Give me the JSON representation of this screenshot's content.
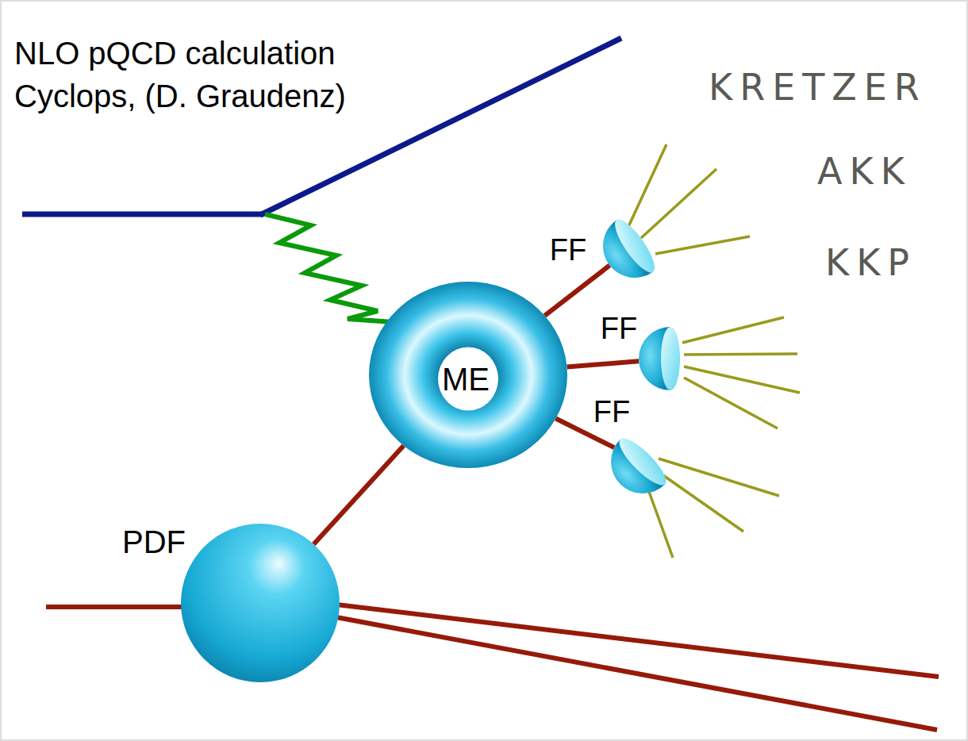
{
  "diagram": {
    "nodes": [
      {
        "text": [
          "ME"
        ]
      },
      {
        "text": [
          "FF"
        ]
      },
      {
        "text": [
          "FF"
        ]
      },
      {
        "text": [
          "FF"
        ]
      },
      {
        "text": [
          "PDF"
        ]
      }
    ],
    "edges": [
      {
        "from": 4,
        "to": 0,
        "arrow": "none"
      },
      {
        "from": 0,
        "to": 1,
        "arrow": "none"
      },
      {
        "from": 0,
        "to": 2,
        "arrow": "none"
      },
      {
        "from": 0,
        "to": 3,
        "arrow": "none"
      }
    ],
    "labels": [
      "NLO pQCD calculation",
      "Cyclops, (D. Graudenz)",
      "KRETZER",
      "AKK",
      "KKP"
    ]
  }
}
